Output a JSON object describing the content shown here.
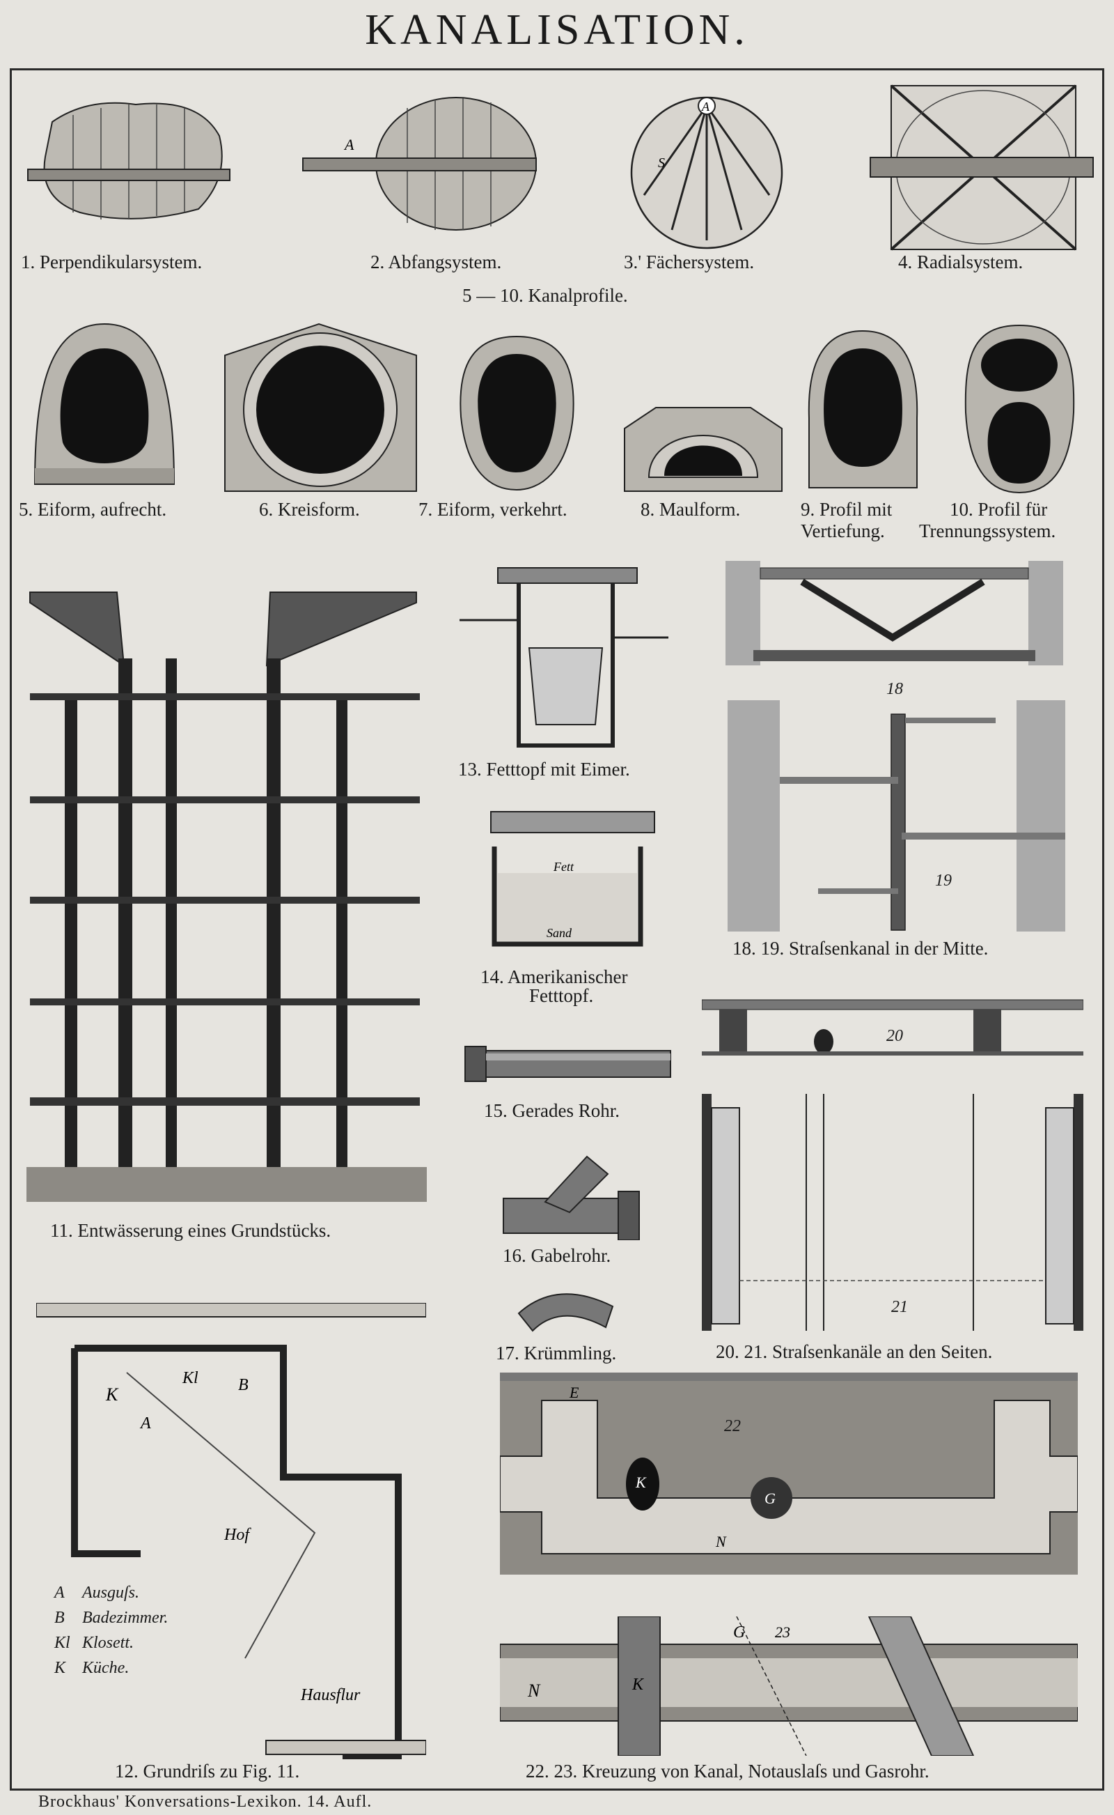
{
  "title": "KANALISATION.",
  "footer": "Brockhaus' Konversations-Lexikon.  14. Aufl.",
  "captions": {
    "c1": "1. Perpendikularsystem.",
    "c2": "2. Abfangsystem.",
    "c3": "3.' Fächersystem.",
    "c4": "4. Radialsystem.",
    "c5_10": "5 — 10. Kanalprofile.",
    "c5": "5. Eiform, aufrecht.",
    "c6": "6. Kreisform.",
    "c7": "7. Eiform, verkehrt.",
    "c8": "8. Maulform.",
    "c9a": "9. Profil mit",
    "c9b": "Vertiefung.",
    "c10a": "10. Profil für",
    "c10b": "Trennungssystem.",
    "c11": "11. Entwässerung eines Grundstücks.",
    "c12": "12. Grundriſs zu Fig. 11.",
    "c13": "13. Fetttopf mit Eimer.",
    "c14a": "14. Amerikanischer",
    "c14b": "Fetttopf.",
    "c15": "15. Gerades Rohr.",
    "c16": "16. Gabelrohr.",
    "c17": "17. Krümmling.",
    "c18_19": "18. 19. Straſsenkanal in der Mitte.",
    "c20_21": "20. 21. Straſsenkanäle an den Seiten.",
    "c22_23": "22. 23. Kreuzung von Kanal, Notauslaſs und Gasrohr."
  },
  "figure_labels": {
    "f2_a": "A",
    "f3_a": "A",
    "f3_s": "S",
    "f12_k": "K",
    "f12_kl": "Kl",
    "f12_b": "B",
    "f12_a": "A",
    "f12_hof": "Hof",
    "f12_hausflur": "Hausflur",
    "f14_fett": "Fett",
    "f14_sand": "Sand",
    "n18": "18",
    "n19": "19",
    "n20": "20",
    "n21": "21",
    "n22": "22",
    "n23": "23",
    "f22_e": "E",
    "f22_k": "K",
    "f22_g": "G",
    "f22_n": "N",
    "f23_k": "K",
    "f23_n": "N",
    "f23_g": "G"
  },
  "legend": [
    {
      "key": "A",
      "value": "Ausguſs."
    },
    {
      "key": "B",
      "value": "Badezimmer."
    },
    {
      "key": "Kl",
      "value": "Klosett."
    },
    {
      "key": "K",
      "value": "Küche."
    }
  ],
  "colors": {
    "paper": "#e6e4df",
    "ink": "#1a1a1a",
    "shade": "#7a7874"
  }
}
